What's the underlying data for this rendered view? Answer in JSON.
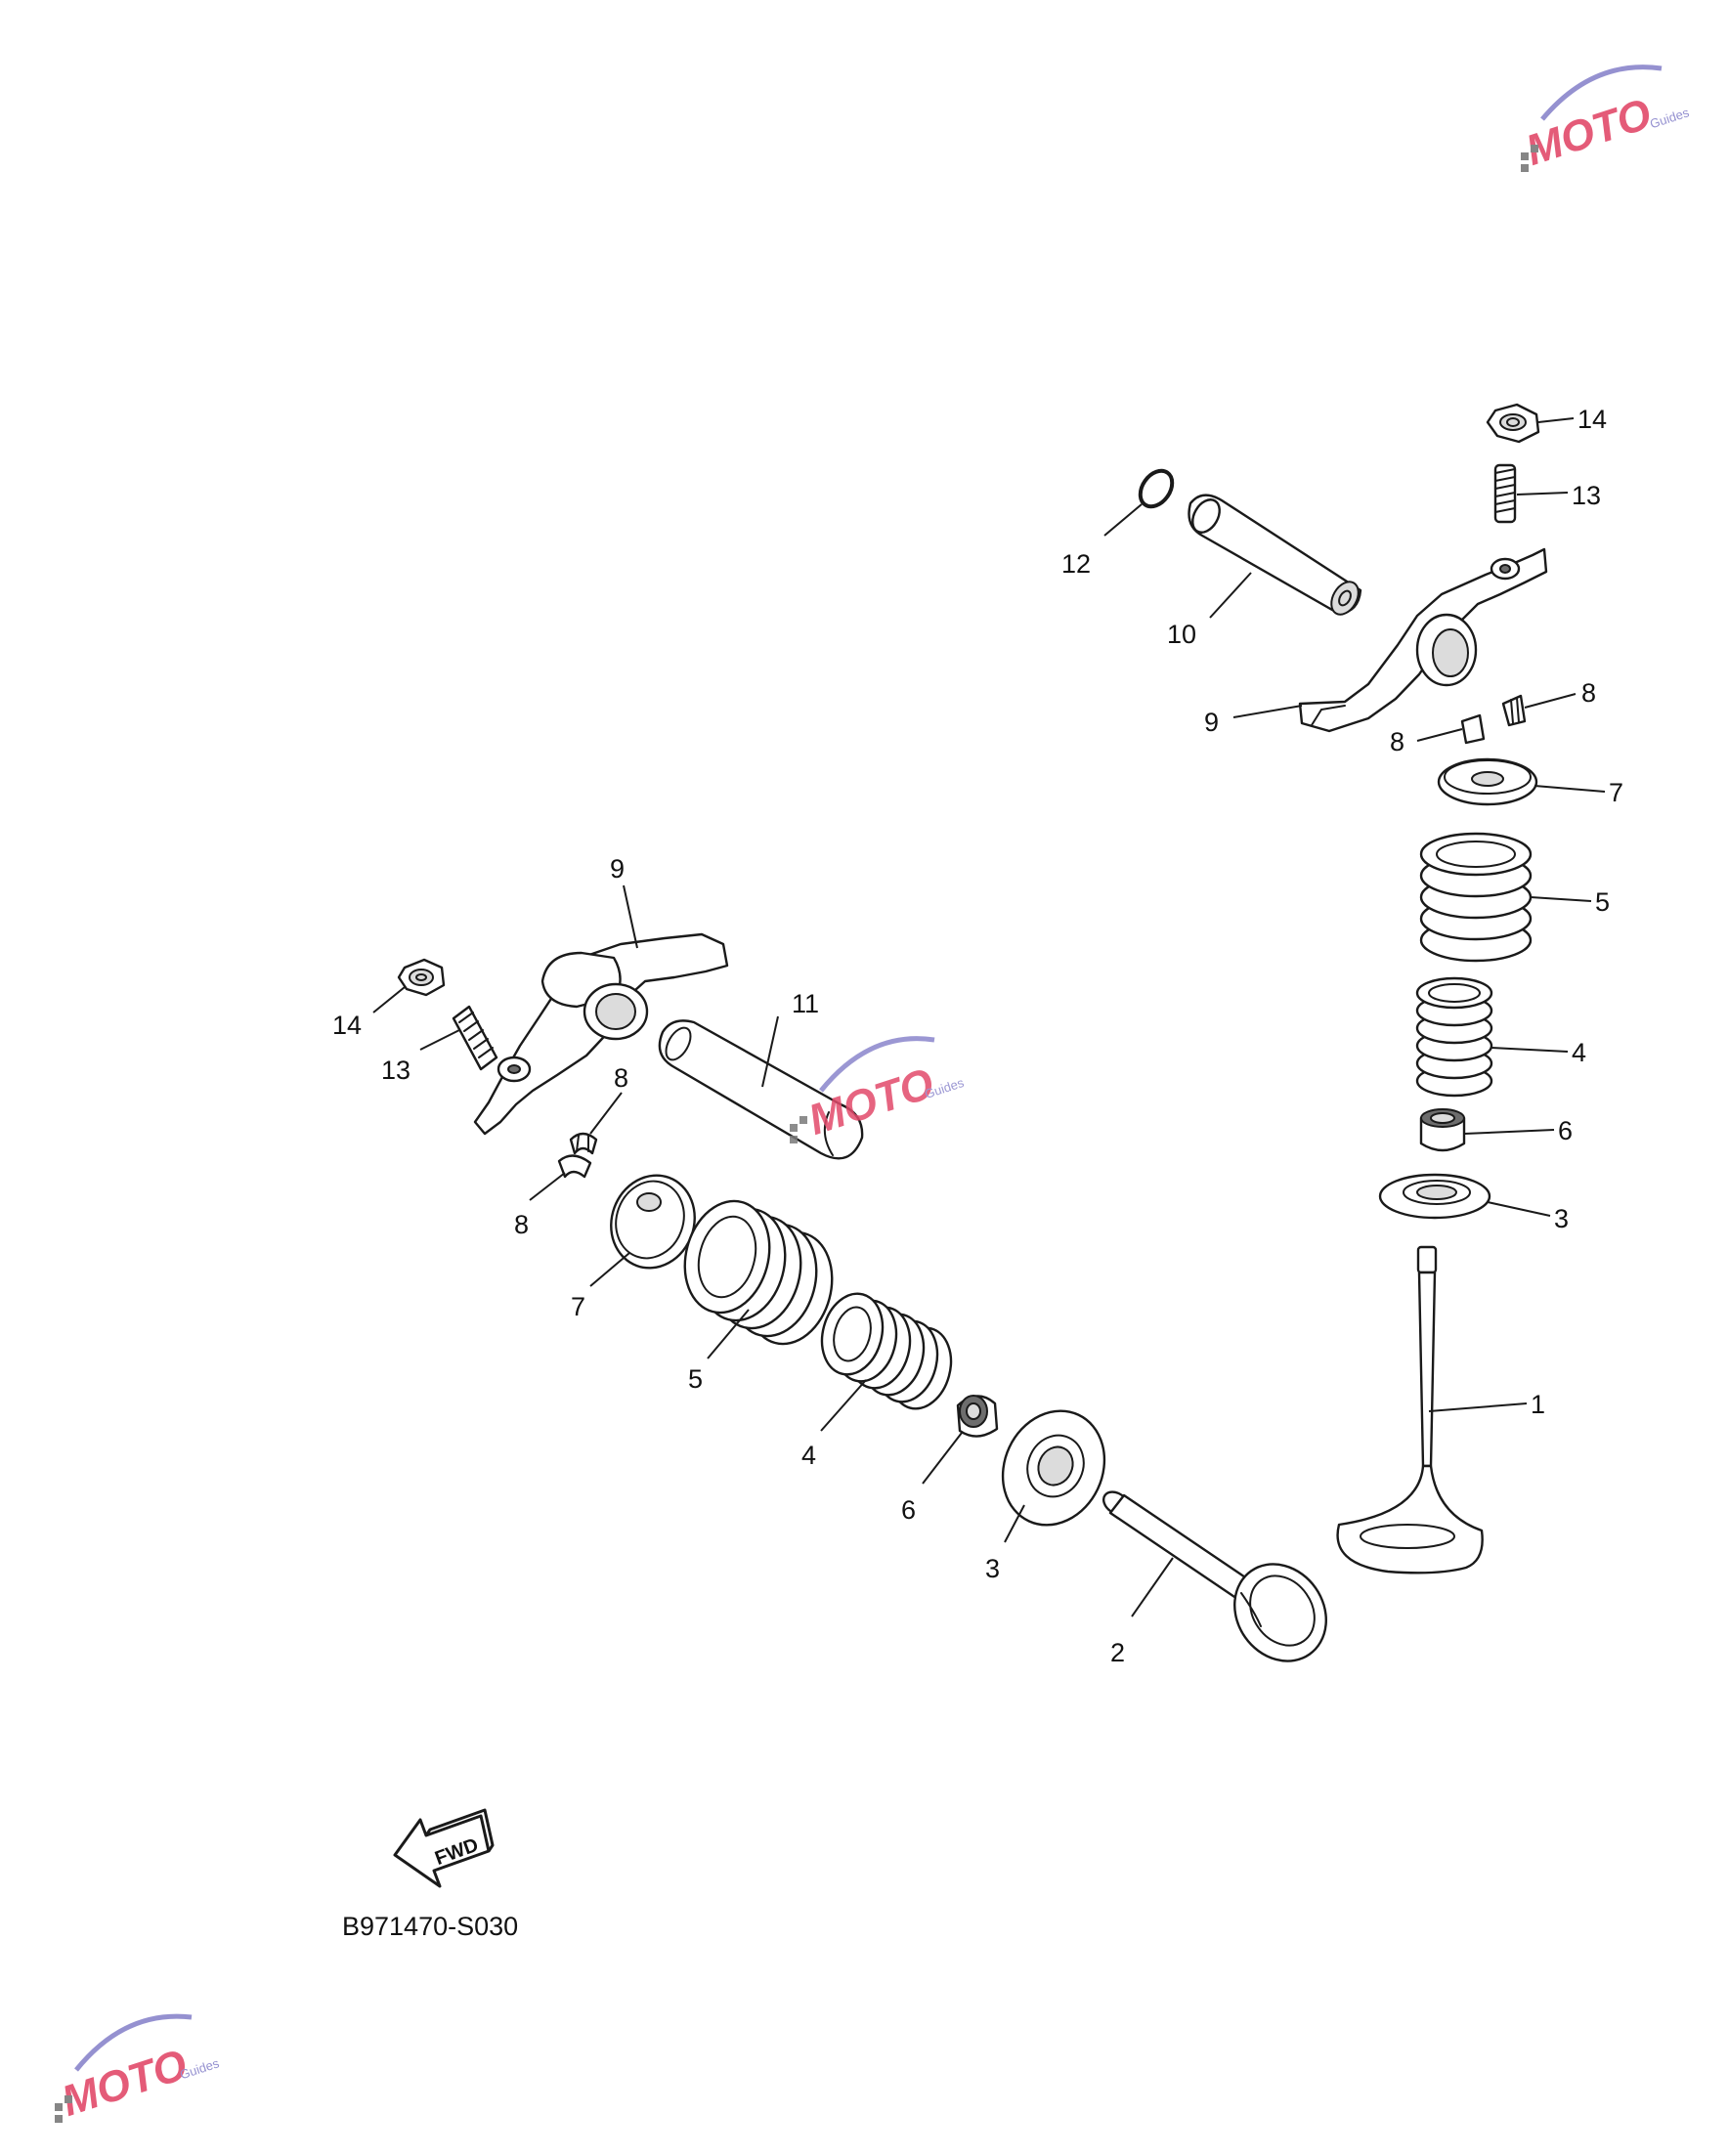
{
  "diagram": {
    "callouts": {
      "c1": "1",
      "c2": "2",
      "c3a": "3",
      "c3b": "3",
      "c4a": "4",
      "c4b": "4",
      "c5a": "5",
      "c5b": "5",
      "c6a": "6",
      "c6b": "6",
      "c7a": "7",
      "c7b": "7",
      "c8a": "8",
      "c8b": "8",
      "c8c": "8",
      "c8d": "8",
      "c9a": "9",
      "c9b": "9",
      "c10": "10",
      "c11": "11",
      "c12": "12",
      "c13a": "13",
      "c13b": "13",
      "c14a": "14",
      "c14b": "14"
    },
    "fwd_label": "FWD",
    "drawing_code": "B971470-S030",
    "watermark": {
      "text": "MOTO",
      "subtext": "Guides"
    }
  }
}
